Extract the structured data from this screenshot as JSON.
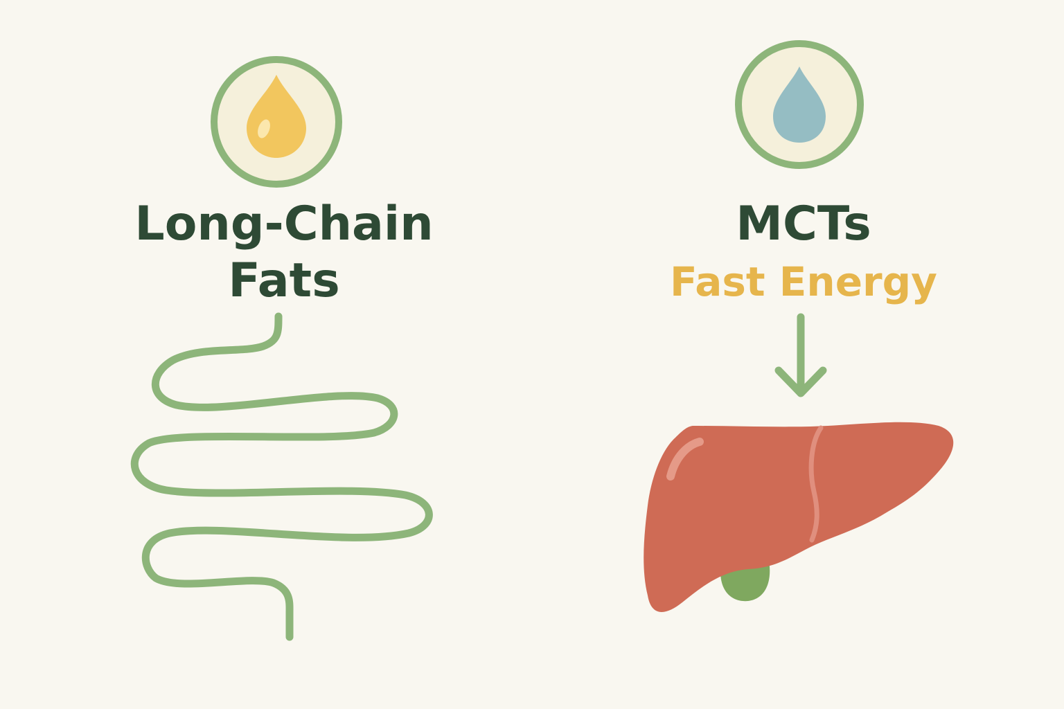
{
  "left": {
    "title_line1": "Long-Chain",
    "title_line2": "Fats",
    "drop_icon": "oil-drop-icon",
    "organ_icon": "intestine-icon"
  },
  "right": {
    "title": "MCTs",
    "subtitle": "Fast Energy",
    "drop_icon": "water-drop-icon",
    "arrow_icon": "arrow-down-icon",
    "organ_icon": "liver-icon"
  },
  "colors": {
    "background": "#f9f7f0",
    "ring": "#8db57a",
    "circle_fill": "#f5f0db",
    "title_dark": "#2e4a35",
    "subtitle_accent": "#e6b54c",
    "oil_drop": "#f2c65e",
    "water_drop": "#95bdc3",
    "intestine": "#8db57a",
    "arrow": "#8db57a",
    "liver": "#cf6b55",
    "liver_highlight": "#e08f7e",
    "gallbladder": "#7fa85f"
  }
}
